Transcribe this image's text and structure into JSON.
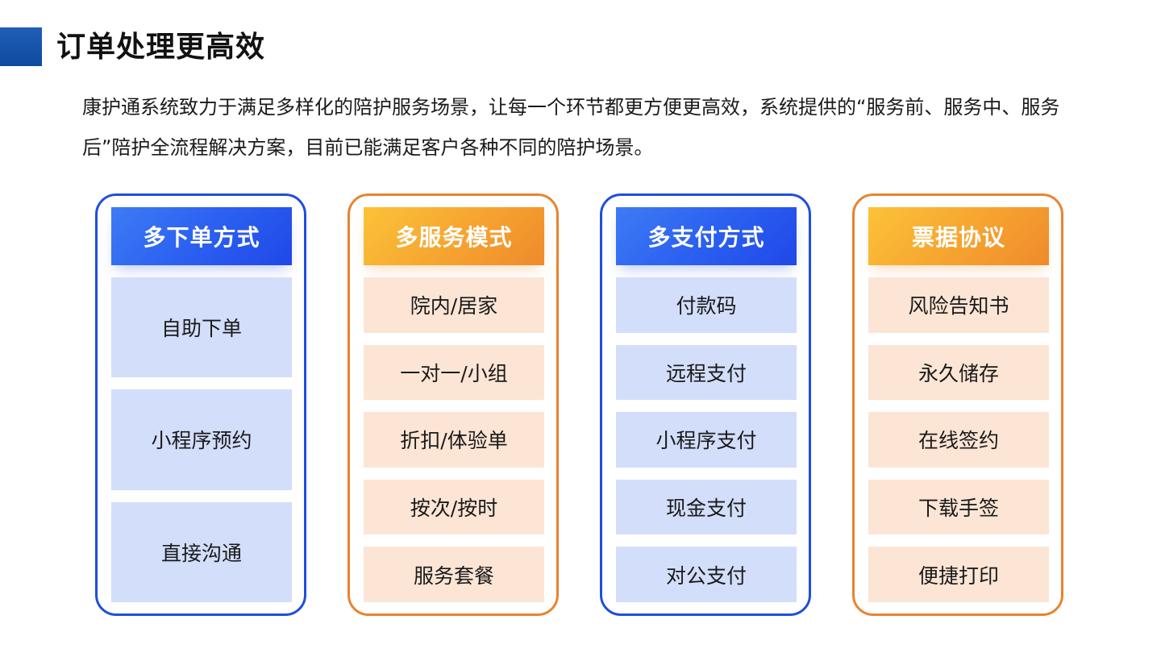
{
  "header": {
    "title": "订单处理更高效",
    "accent_color": "#1f5fb8"
  },
  "intro": "康护通系统致力于满足多样化的陪护服务场景，让每一个环节都更方便更高效，系统提供的“服务前、服务中、服务后”陪护全流程解决方案，目前已能满足客户各种不同的陪护场景。",
  "colors": {
    "blue_border": "#1f4ede",
    "blue_item_bg": "#d3defb",
    "orange_border": "#e9832f",
    "orange_item_bg": "#fce5d5"
  },
  "cards": [
    {
      "title": "多下单方式",
      "theme": "blue",
      "items": [
        "自助下单",
        "小程序预约",
        "直接沟通"
      ]
    },
    {
      "title": "多服务模式",
      "theme": "orange",
      "items": [
        "院内/居家",
        "一对一/小组",
        "折扣/体验单",
        "按次/按时",
        "服务套餐"
      ]
    },
    {
      "title": "多支付方式",
      "theme": "blue",
      "items": [
        "付款码",
        "远程支付",
        "小程序支付",
        "现金支付",
        "对公支付"
      ]
    },
    {
      "title": "票据协议",
      "theme": "orange",
      "items": [
        "风险告知书",
        "永久储存",
        "在线签约",
        "下载手签",
        "便捷打印"
      ]
    }
  ]
}
